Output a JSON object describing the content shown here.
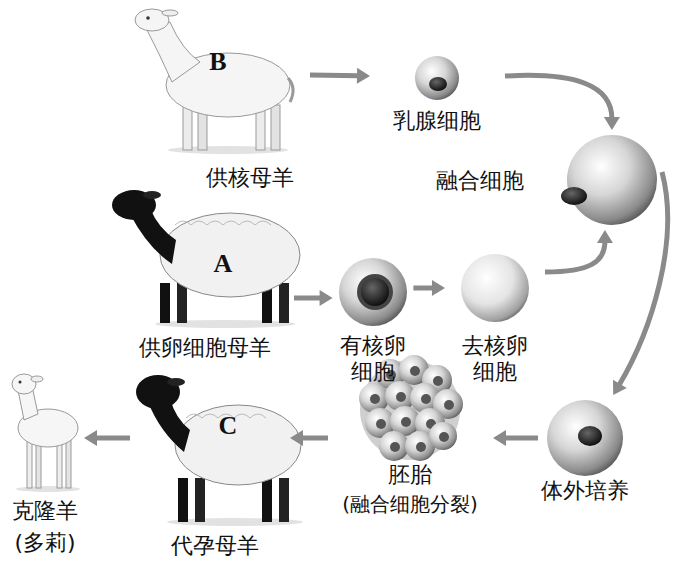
{
  "diagram": {
    "nodes": [
      {
        "text": [
          "B",
          "供核母羊"
        ]
      },
      {
        "text": [
          "乳腺细胞"
        ]
      },
      {
        "text": [
          "融合细胞"
        ]
      },
      {
        "text": [
          "A",
          "供卵细胞母羊"
        ]
      },
      {
        "text": [
          "有核卵 细胞"
        ]
      },
      {
        "text": [
          "去核卵 细胞"
        ]
      },
      {
        "text": [
          "体外培养"
        ]
      },
      {
        "text": [
          "胚胎",
          "(融合细胞分裂)"
        ]
      },
      {
        "text": [
          "C",
          "代孕母羊"
        ]
      },
      {
        "text": [
          "克隆羊",
          "(多莉)"
        ]
      }
    ],
    "edges": [
      {
        "from": 0,
        "to": 1,
        "arrow": "to"
      },
      {
        "from": 1,
        "to": 2,
        "arrow": "to"
      },
      {
        "from": 3,
        "to": 4,
        "arrow": "to"
      },
      {
        "from": 4,
        "to": 5,
        "arrow": "to"
      },
      {
        "from": 5,
        "to": 2,
        "arrow": "to"
      },
      {
        "from": 2,
        "to": 6,
        "arrow": "to"
      },
      {
        "from": 6,
        "to": 7,
        "arrow": "to"
      },
      {
        "from": 7,
        "to": 8,
        "arrow": "to"
      },
      {
        "from": 8,
        "to": 9,
        "arrow": "to"
      }
    ]
  }
}
